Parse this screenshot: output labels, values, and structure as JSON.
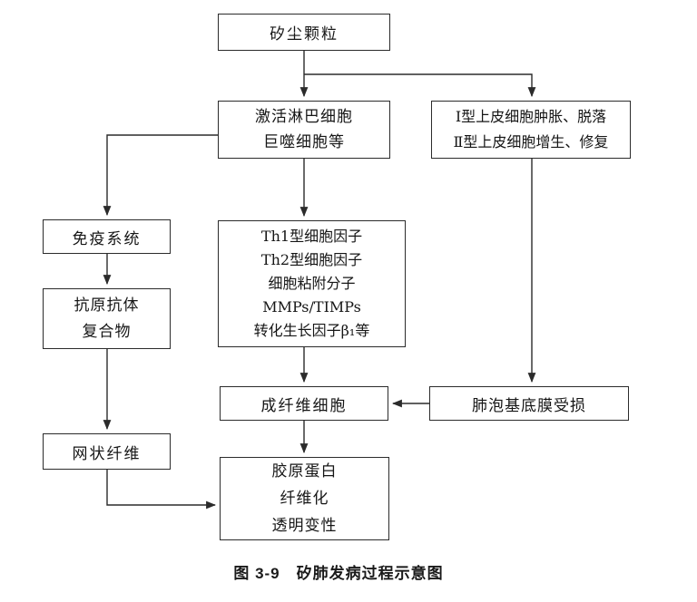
{
  "figure": {
    "caption": "图 3-9　矽肺发病过程示意图"
  },
  "nodes": {
    "silica_dust": {
      "lines": [
        "矽尘颗粒"
      ]
    },
    "activated_cells": {
      "lines": [
        "激活淋巴细胞",
        "巨噬细胞等"
      ]
    },
    "epithelial_cells": {
      "lines": [
        "Ⅰ型上皮细胞肿胀、脱落",
        "Ⅱ型上皮细胞增生、修复"
      ]
    },
    "immune_system": {
      "lines": [
        "免疫系统"
      ]
    },
    "mediators": {
      "lines": [
        "Th1型细胞因子",
        "Th2型细胞因子",
        "细胞粘附分子",
        "MMPs/TIMPs",
        "转化生长因子β₁等"
      ]
    },
    "antigen_antibody": {
      "lines": [
        "抗原抗体",
        "复合物"
      ]
    },
    "reticular_fiber": {
      "lines": [
        "网状纤维"
      ]
    },
    "fibroblast": {
      "lines": [
        "成纤维细胞"
      ]
    },
    "basement_membrane": {
      "lines": [
        "肺泡基底膜受损"
      ]
    },
    "collagen": {
      "lines": [
        "胶原蛋白",
        "纤维化",
        "透明变性"
      ]
    }
  },
  "edges": [
    {
      "from": "silica_dust",
      "to": "activated_cells"
    },
    {
      "from": "silica_dust",
      "to": "epithelial_cells"
    },
    {
      "from": "activated_cells",
      "to": "immune_system"
    },
    {
      "from": "activated_cells",
      "to": "mediators"
    },
    {
      "from": "epithelial_cells",
      "to": "basement_membrane"
    },
    {
      "from": "immune_system",
      "to": "antigen_antibody"
    },
    {
      "from": "antigen_antibody",
      "to": "reticular_fiber"
    },
    {
      "from": "reticular_fiber",
      "to": "collagen"
    },
    {
      "from": "mediators",
      "to": "fibroblast"
    },
    {
      "from": "basement_membrane",
      "to": "fibroblast"
    },
    {
      "from": "fibroblast",
      "to": "collagen"
    }
  ],
  "colors": {
    "line": "#2b2b2b",
    "border": "#2b2b2b",
    "text": "#161616",
    "background": "#ffffff"
  }
}
